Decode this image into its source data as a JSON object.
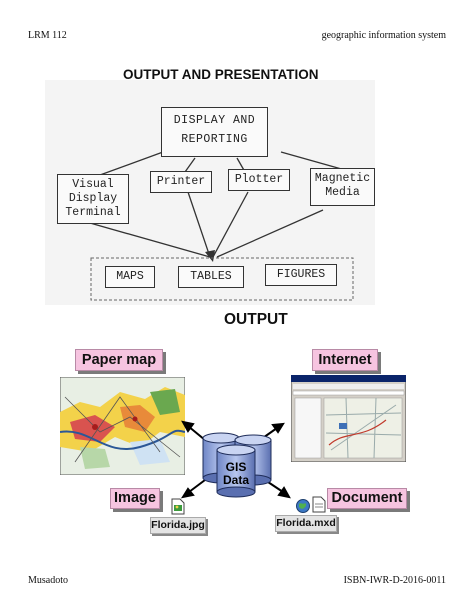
{
  "header": {
    "left": "LRM 112",
    "right": "geographic information system"
  },
  "section1": {
    "title": "OUTPUT AND PRESENTATION",
    "top_box": [
      "DISPLAY AND",
      "REPORTING"
    ],
    "devices": [
      [
        "Visual",
        "Display",
        "Terminal"
      ],
      [
        "Printer"
      ],
      [
        "Plotter"
      ],
      [
        "Magnetic",
        "Media"
      ]
    ],
    "products": [
      "MAPS",
      "TABLES",
      "FIGURES"
    ]
  },
  "section2": {
    "title": "OUTPUT",
    "paper_map": "Paper map",
    "internet": "Internet",
    "image": "Image",
    "document": "Document",
    "gis_data": [
      "GIS",
      "Data"
    ],
    "image_file": "Florida.jpg",
    "document_file": "Florida.mxd"
  },
  "footer": {
    "left": "Musadoto",
    "right": "ISBN-IWR-D-2016-0011"
  }
}
